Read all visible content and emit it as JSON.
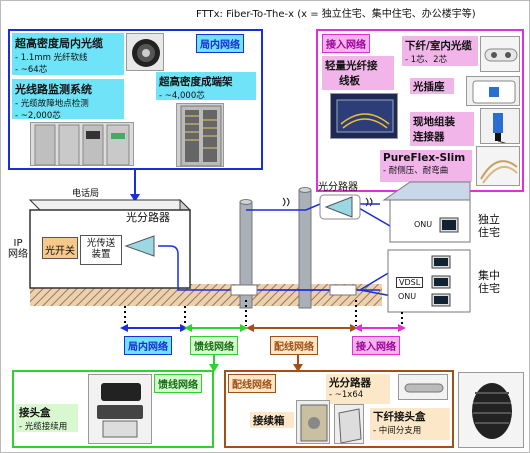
{
  "header_title": "FTTx: Fiber-To-The-x (x = 独立住宅、集中住宅、办公楼宇等)",
  "central_office_box": {
    "tag": "局内网络",
    "item1_title": "超高密度局内光缆",
    "item1_lines": [
      "- 1.1mm 光纤软线",
      "- ~64芯"
    ],
    "item2_title": "光线路监测系统",
    "item2_lines": [
      "- 光缆故障地点检测",
      "- ~2,000芯"
    ],
    "item3_title": "超高密度成端架",
    "item3_lines": [
      "- ~4,000芯"
    ]
  },
  "access_box": {
    "tag": "接入网络",
    "item1_title": "轻量光纤接",
    "item1_title2": "线板",
    "item2_title": "下纤/室内光缆",
    "item2_lines": [
      "- 1芯、2芯"
    ],
    "item3_title": "光插座",
    "item4_title": "现地组装",
    "item4_title2": "连接器",
    "item5_title": "PureFlex-Slim",
    "item5_lines": [
      "- 耐侧压、耐弯曲"
    ]
  },
  "diagram": {
    "central_office_label": "电话局",
    "ip_network": "IP",
    "ip_network2": "网络",
    "optical_switch": "光开关",
    "optical_transmitter": "光传送",
    "optical_transmitter2": "装置",
    "splitter_co": "光分路器",
    "splitter_pole": "光分路器",
    "onu_house": "ONU",
    "house_label": "独立",
    "house_label2": "住宅",
    "vdsl": "VDSL",
    "onu_apt": "ONU",
    "apt_label": "集中",
    "apt_label2": "住宅"
  },
  "segments": [
    "局内网络",
    "馈线网络",
    "配线网络",
    "接入网络"
  ],
  "feeder_box": {
    "tag": "馈线网络",
    "item1_title": "接头盒",
    "item1_lines": [
      "- 光缆接续用"
    ]
  },
  "distribution_box": {
    "tag": "配线网络",
    "item1_title": "光分路器",
    "item1_lines": [
      "- ~1x64"
    ],
    "item2_title": "接续箱",
    "item3_title": "下纤接头盒",
    "item3_lines": [
      "- 中间分支用"
    ]
  }
}
